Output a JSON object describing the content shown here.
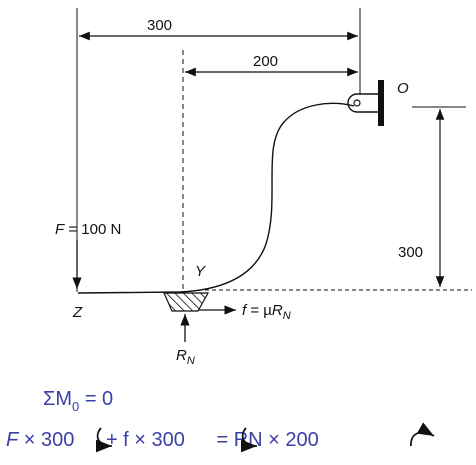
{
  "dimensions": {
    "top_overall": "300",
    "top_inner": "200",
    "right_vertical": "300"
  },
  "labels": {
    "point_o": "O",
    "point_y": "Y",
    "point_z": "Z",
    "force": {
      "symbol": "F",
      "rest": " = 100 N"
    },
    "friction": {
      "symbol": "f",
      "mid": " = µ",
      "R": "R",
      "sub": "N"
    },
    "reaction": {
      "R": "R",
      "sub": "N"
    }
  },
  "equations": {
    "line1": {
      "sigma": "ΣM",
      "sub": "0",
      "rest": " = 0"
    },
    "line2": {
      "F": "F",
      "t1": " × 300 ",
      "t2": " + f × 300 ",
      "t3": " = RN × 200 "
    }
  },
  "colors": {
    "drawing": "#111111",
    "equation": "#3a3fa8"
  }
}
